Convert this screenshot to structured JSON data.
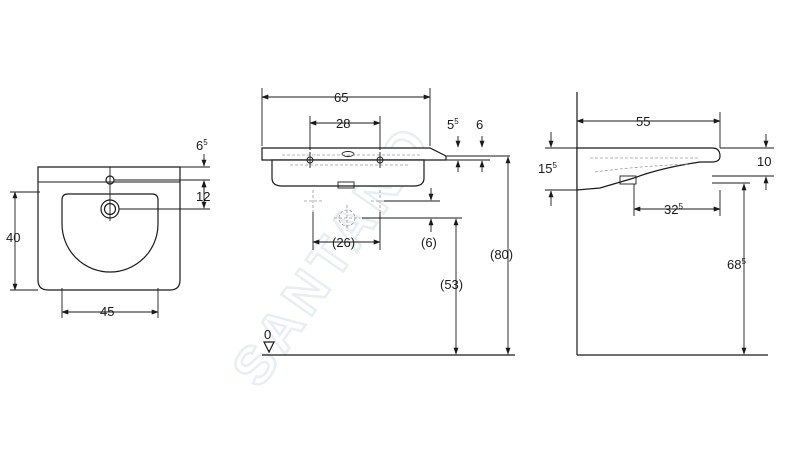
{
  "watermark": "SANTANO",
  "zero_label": "0",
  "colors": {
    "line": "#1a1a1a",
    "hidden": "#9a9a9a",
    "watermark": "#e9eef3"
  },
  "front_view": {
    "height": "40",
    "width": "45",
    "tap_offset_top": {
      "base": "6",
      "sup": "5"
    },
    "tap_hole_offset": "12"
  },
  "side_view": {
    "width": "65",
    "tap_spacing": "28",
    "rim_offset": {
      "base": "5",
      "sup": "5"
    },
    "rim_height": "6",
    "waste_spacing": "(26)",
    "waste_offset": "(6)",
    "waste_height": "(53)",
    "top_height": "(80)"
  },
  "profile_view": {
    "depth": "55",
    "bowl_depth": {
      "base": "15",
      "sup": "5"
    },
    "rim_thickness": "10",
    "waste_distance": {
      "base": "32",
      "sup": "5"
    },
    "install_height": {
      "base": "68",
      "sup": "5"
    }
  }
}
